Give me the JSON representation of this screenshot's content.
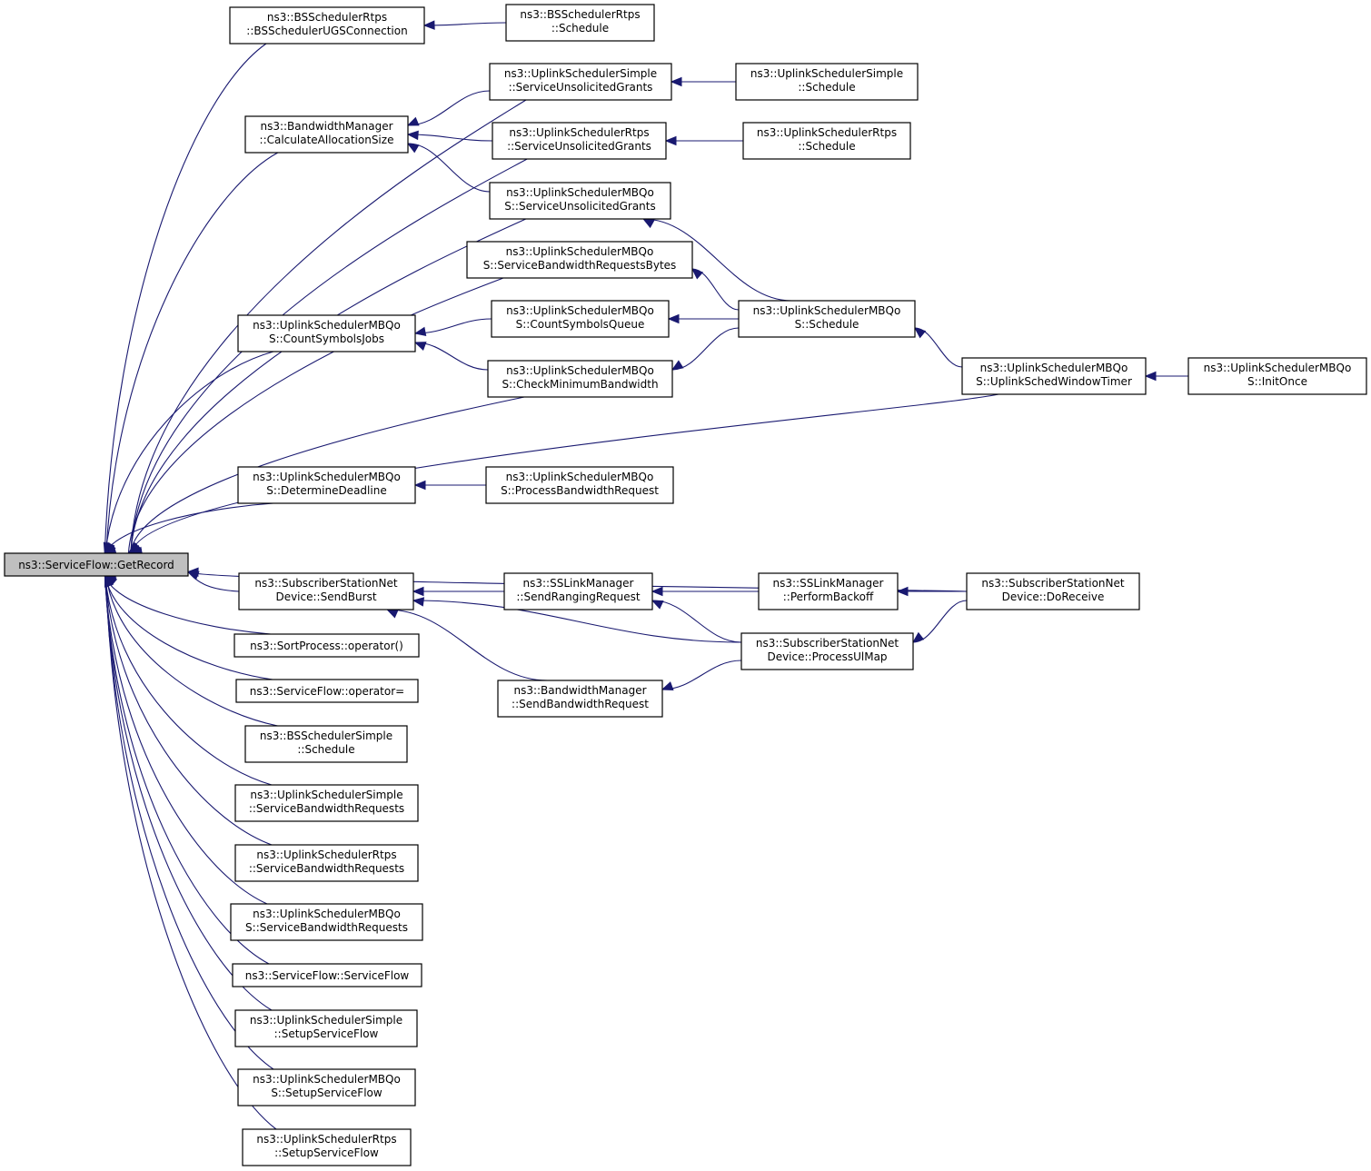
{
  "diagram": {
    "type": "doxygen-caller-graph",
    "edge_color": "#191970",
    "root_fill": "#bfbfbf",
    "nodes": [
      {
        "id": "root",
        "lines": [
          "ns3::ServiceFlow::GetRecord"
        ],
        "root": true
      },
      {
        "id": "bsrtps_ugs",
        "lines": [
          "ns3::BSSchedulerRtps",
          "::BSSchedulerUGSConnection"
        ]
      },
      {
        "id": "bsrtps_sched",
        "lines": [
          "ns3::BSSchedulerRtps",
          "::Schedule"
        ]
      },
      {
        "id": "bwm_calc",
        "lines": [
          "ns3::BandwidthManager",
          "::CalculateAllocationSize"
        ]
      },
      {
        "id": "uss_sug",
        "lines": [
          "ns3::UplinkSchedulerSimple",
          "::ServiceUnsolicitedGrants"
        ]
      },
      {
        "id": "uss_sched",
        "lines": [
          "ns3::UplinkSchedulerSimple",
          "::Schedule"
        ]
      },
      {
        "id": "usr_sug",
        "lines": [
          "ns3::UplinkSchedulerRtps",
          "::ServiceUnsolicitedGrants"
        ]
      },
      {
        "id": "usr_sched",
        "lines": [
          "ns3::UplinkSchedulerRtps",
          "::Schedule"
        ]
      },
      {
        "id": "usm_sug",
        "lines": [
          "ns3::UplinkSchedulerMBQo",
          "S::ServiceUnsolicitedGrants"
        ]
      },
      {
        "id": "usm_sbrb",
        "lines": [
          "ns3::UplinkSchedulerMBQo",
          "S::ServiceBandwidthRequestsBytes"
        ]
      },
      {
        "id": "usm_csj",
        "lines": [
          "ns3::UplinkSchedulerMBQo",
          "S::CountSymbolsJobs"
        ]
      },
      {
        "id": "usm_csq",
        "lines": [
          "ns3::UplinkSchedulerMBQo",
          "S::CountSymbolsQueue"
        ]
      },
      {
        "id": "usm_sched",
        "lines": [
          "ns3::UplinkSchedulerMBQo",
          "S::Schedule"
        ]
      },
      {
        "id": "usm_cmb",
        "lines": [
          "ns3::UplinkSchedulerMBQo",
          "S::CheckMinimumBandwidth"
        ]
      },
      {
        "id": "usm_uswt",
        "lines": [
          "ns3::UplinkSchedulerMBQo",
          "S::UplinkSchedWindowTimer"
        ]
      },
      {
        "id": "usm_init",
        "lines": [
          "ns3::UplinkSchedulerMBQo",
          "S::InitOnce"
        ]
      },
      {
        "id": "usm_dd",
        "lines": [
          "ns3::UplinkSchedulerMBQo",
          "S::DetermineDeadline"
        ]
      },
      {
        "id": "usm_pbr",
        "lines": [
          "ns3::UplinkSchedulerMBQo",
          "S::ProcessBandwidthRequest"
        ]
      },
      {
        "id": "ssnd_sb",
        "lines": [
          "ns3::SubscriberStationNet",
          "Device::SendBurst"
        ]
      },
      {
        "id": "sslm_srr",
        "lines": [
          "ns3::SSLinkManager",
          "::SendRangingRequest"
        ]
      },
      {
        "id": "sslm_pb",
        "lines": [
          "ns3::SSLinkManager",
          "::PerformBackoff"
        ]
      },
      {
        "id": "ssnd_dr",
        "lines": [
          "ns3::SubscriberStationNet",
          "Device::DoReceive"
        ]
      },
      {
        "id": "ssnd_pum",
        "lines": [
          "ns3::SubscriberStationNet",
          "Device::ProcessUlMap"
        ]
      },
      {
        "id": "bwm_sbr",
        "lines": [
          "ns3::BandwidthManager",
          "::SendBandwidthRequest"
        ]
      },
      {
        "id": "sp_op",
        "lines": [
          "ns3::SortProcess::operator()"
        ]
      },
      {
        "id": "sf_op",
        "lines": [
          "ns3::ServiceFlow::operator="
        ]
      },
      {
        "id": "bss_sched",
        "lines": [
          "ns3::BSSchedulerSimple",
          "::Schedule"
        ]
      },
      {
        "id": "uss_sbr",
        "lines": [
          "ns3::UplinkSchedulerSimple",
          "::ServiceBandwidthRequests"
        ]
      },
      {
        "id": "usr_sbr",
        "lines": [
          "ns3::UplinkSchedulerRtps",
          "::ServiceBandwidthRequests"
        ]
      },
      {
        "id": "usm_sbr",
        "lines": [
          "ns3::UplinkSchedulerMBQo",
          "S::ServiceBandwidthRequests"
        ]
      },
      {
        "id": "sf_ctor",
        "lines": [
          "ns3::ServiceFlow::ServiceFlow"
        ]
      },
      {
        "id": "uss_ssf",
        "lines": [
          "ns3::UplinkSchedulerSimple",
          "::SetupServiceFlow"
        ]
      },
      {
        "id": "usm_ssf",
        "lines": [
          "ns3::UplinkSchedulerMBQo",
          "S::SetupServiceFlow"
        ]
      },
      {
        "id": "usr_ssf",
        "lines": [
          "ns3::UplinkSchedulerRtps",
          "::SetupServiceFlow"
        ]
      }
    ],
    "edges": [
      {
        "from": "bsrtps_ugs",
        "to": "root"
      },
      {
        "from": "uss_sug",
        "to": "root"
      },
      {
        "from": "bwm_calc",
        "to": "root"
      },
      {
        "from": "usr_sug",
        "to": "root"
      },
      {
        "from": "usm_sug",
        "to": "root"
      },
      {
        "from": "usm_sbrb",
        "to": "root"
      },
      {
        "from": "usm_csj",
        "to": "root"
      },
      {
        "from": "usm_cmb",
        "to": "root"
      },
      {
        "from": "usm_uswt",
        "to": "root"
      },
      {
        "from": "usm_dd",
        "to": "root"
      },
      {
        "from": "ssnd_dr",
        "to": "root"
      },
      {
        "from": "ssnd_sb",
        "to": "root"
      },
      {
        "from": "sp_op",
        "to": "root"
      },
      {
        "from": "sf_op",
        "to": "root"
      },
      {
        "from": "bss_sched",
        "to": "root"
      },
      {
        "from": "uss_sbr",
        "to": "root"
      },
      {
        "from": "usr_sbr",
        "to": "root"
      },
      {
        "from": "usm_sbr",
        "to": "root"
      },
      {
        "from": "sf_ctor",
        "to": "root"
      },
      {
        "from": "uss_ssf",
        "to": "root"
      },
      {
        "from": "usm_ssf",
        "to": "root"
      },
      {
        "from": "usr_ssf",
        "to": "root"
      },
      {
        "from": "bsrtps_sched",
        "to": "bsrtps_ugs"
      },
      {
        "from": "uss_sug",
        "to": "bwm_calc"
      },
      {
        "from": "usr_sug",
        "to": "bwm_calc"
      },
      {
        "from": "usm_sug",
        "to": "bwm_calc"
      },
      {
        "from": "uss_sched",
        "to": "uss_sug"
      },
      {
        "from": "usr_sched",
        "to": "usr_sug"
      },
      {
        "from": "usm_sched",
        "to": "usm_sug"
      },
      {
        "from": "usm_sched",
        "to": "usm_sbrb"
      },
      {
        "from": "usm_sched",
        "to": "usm_csq"
      },
      {
        "from": "usm_sched",
        "to": "usm_cmb"
      },
      {
        "from": "usm_csq",
        "to": "usm_csj"
      },
      {
        "from": "usm_cmb",
        "to": "usm_csj"
      },
      {
        "from": "usm_uswt",
        "to": "usm_sched"
      },
      {
        "from": "usm_init",
        "to": "usm_uswt"
      },
      {
        "from": "usm_pbr",
        "to": "usm_dd"
      },
      {
        "from": "sslm_srr",
        "to": "ssnd_sb"
      },
      {
        "from": "ssnd_pum",
        "to": "ssnd_sb"
      },
      {
        "from": "bwm_sbr",
        "to": "ssnd_sb"
      },
      {
        "from": "sslm_pb",
        "to": "sslm_srr"
      },
      {
        "from": "ssnd_pum",
        "to": "sslm_srr"
      },
      {
        "from": "ssnd_dr",
        "to": "sslm_pb"
      },
      {
        "from": "ssnd_dr",
        "to": "ssnd_pum"
      },
      {
        "from": "ssnd_pum",
        "to": "bwm_sbr"
      }
    ]
  }
}
